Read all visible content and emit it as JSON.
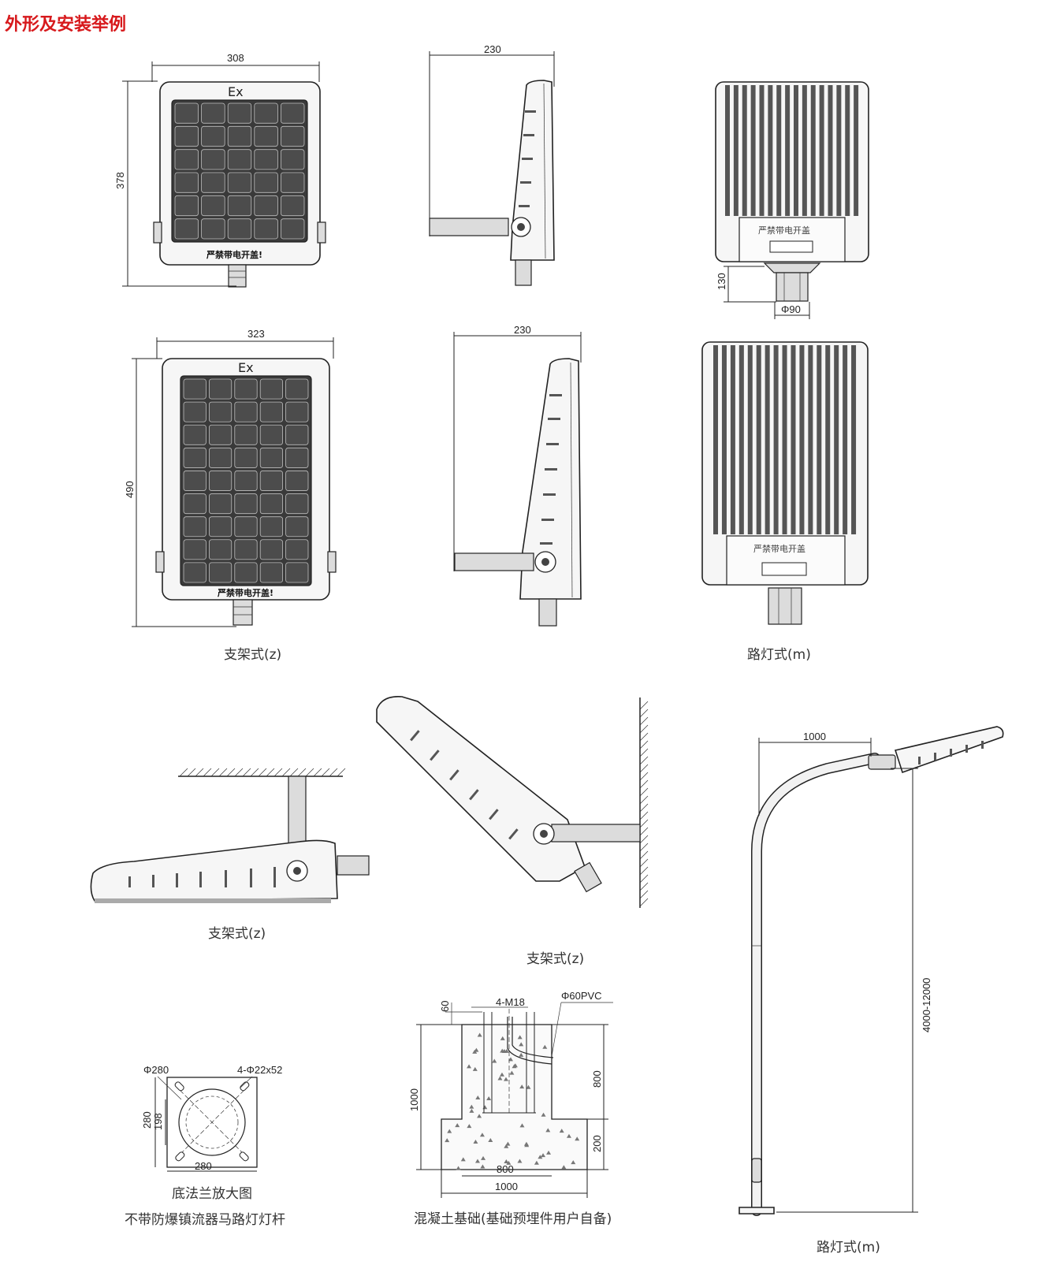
{
  "title": "外形及安装举例",
  "views": {
    "front_small": {
      "width": "308",
      "height": "378",
      "logo": "Ex",
      "warning": "严禁带电开盖!"
    },
    "side_small": {
      "depth": "230"
    },
    "back_small": {
      "warning": "严禁带电开盖",
      "pole_height": "130",
      "pole_diameter": "Φ90"
    },
    "front_large": {
      "width": "323",
      "height": "490",
      "logo": "Ex",
      "warning": "严禁带电开盖!"
    },
    "side_large": {
      "depth": "230"
    },
    "back_large": {
      "warning": "严禁带电开盖"
    },
    "caption_bracket": "支架式(z)",
    "caption_street": "路灯式(m)"
  },
  "install": {
    "ceiling_caption": "支架式(z)",
    "wall_caption": "支架式(z)",
    "pole": {
      "arm": "1000",
      "height": "4000-12000",
      "caption": "路灯式(m)"
    }
  },
  "flange": {
    "diameter": "Φ280",
    "holes": "4-Φ22x52",
    "side": "280",
    "inner": "198",
    "bottom": "280",
    "caption": "底法兰放大图",
    "subcaption": "不带防爆镇流器马路灯灯杆"
  },
  "foundation": {
    "bolt_top": "60",
    "bolts": "4-M18",
    "conduit": "Φ60PVC",
    "total_height": "1000",
    "upper_height": "800",
    "base_height": "200",
    "upper_width": "800",
    "base_width": "1000",
    "caption": "混凝土基础(基础预埋件用户自备)"
  }
}
